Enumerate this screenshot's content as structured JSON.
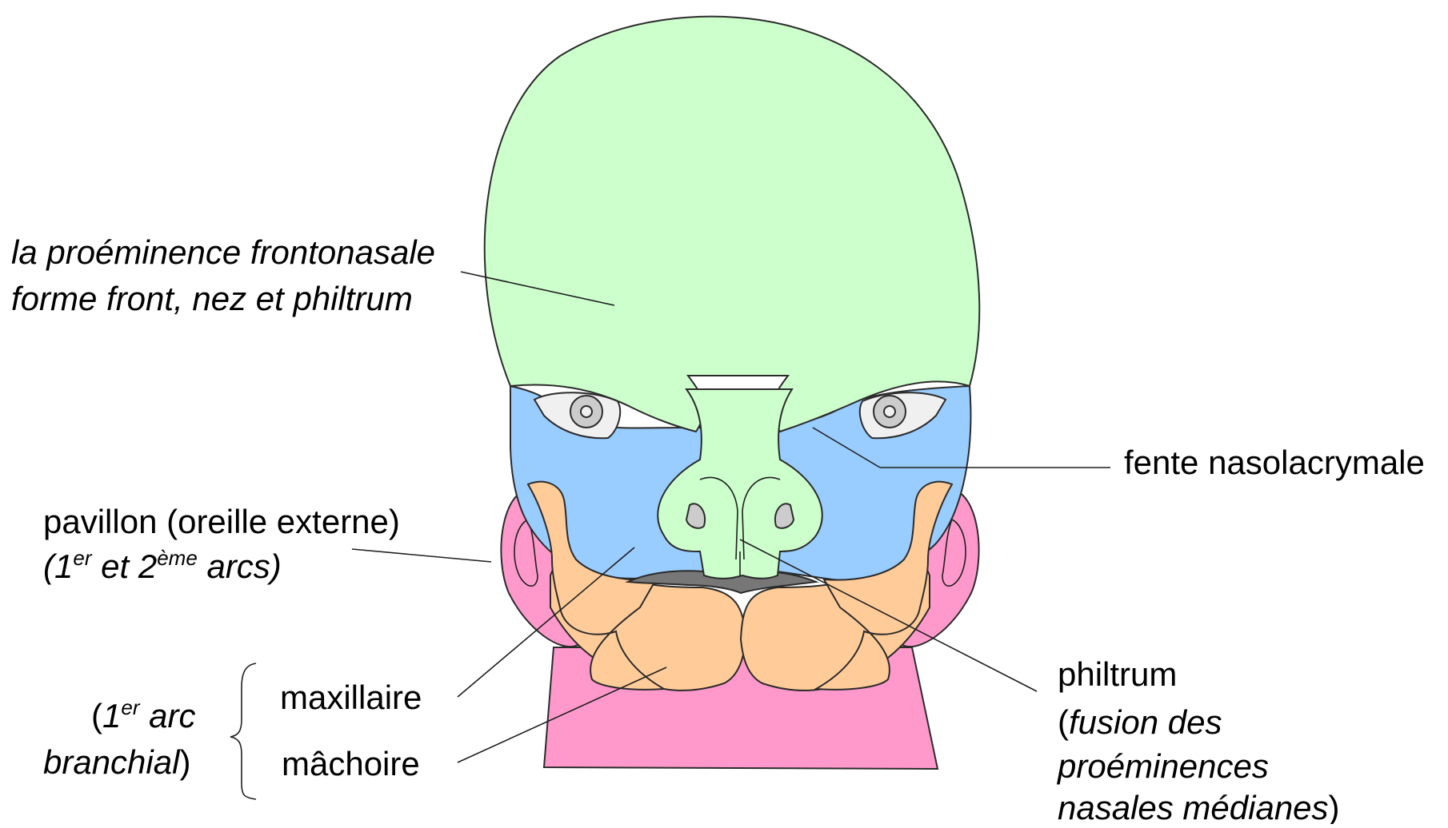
{
  "colors": {
    "frontonasal": "#ccffcc",
    "maxillary_blue": "#99ccff",
    "orange": "#ffcc99",
    "pink": "#ff99cc",
    "mouth": "#777777",
    "eye_white": "#f0f0f0",
    "eye_iris": "#cccccc"
  },
  "labels": {
    "frontonasal_line1": "la proéminence frontonasale",
    "frontonasal_line2": "forme front, nez et philtrum",
    "fente": "fente nasolacrymale",
    "pavillon_line1": "pavillon (oreille externe)",
    "pavillon_open": "(1",
    "pavillon_sup1": "er",
    "pavillon_mid": " et 2",
    "pavillon_sup2": "ème",
    "pavillon_end": " arcs)",
    "arc_open": "(",
    "arc_num": "1",
    "arc_sup": "er",
    "arc_word": " arc",
    "arc_line2": "branchial",
    "arc_close": ")",
    "maxillaire": "maxillaire",
    "machoire": "mâchoire",
    "philtrum": "philtrum",
    "fusion_open": "(",
    "fusion_line1": "fusion des",
    "fusion_line2": "proéminences",
    "fusion_line3": "nasales médianes",
    "fusion_close": ")"
  }
}
